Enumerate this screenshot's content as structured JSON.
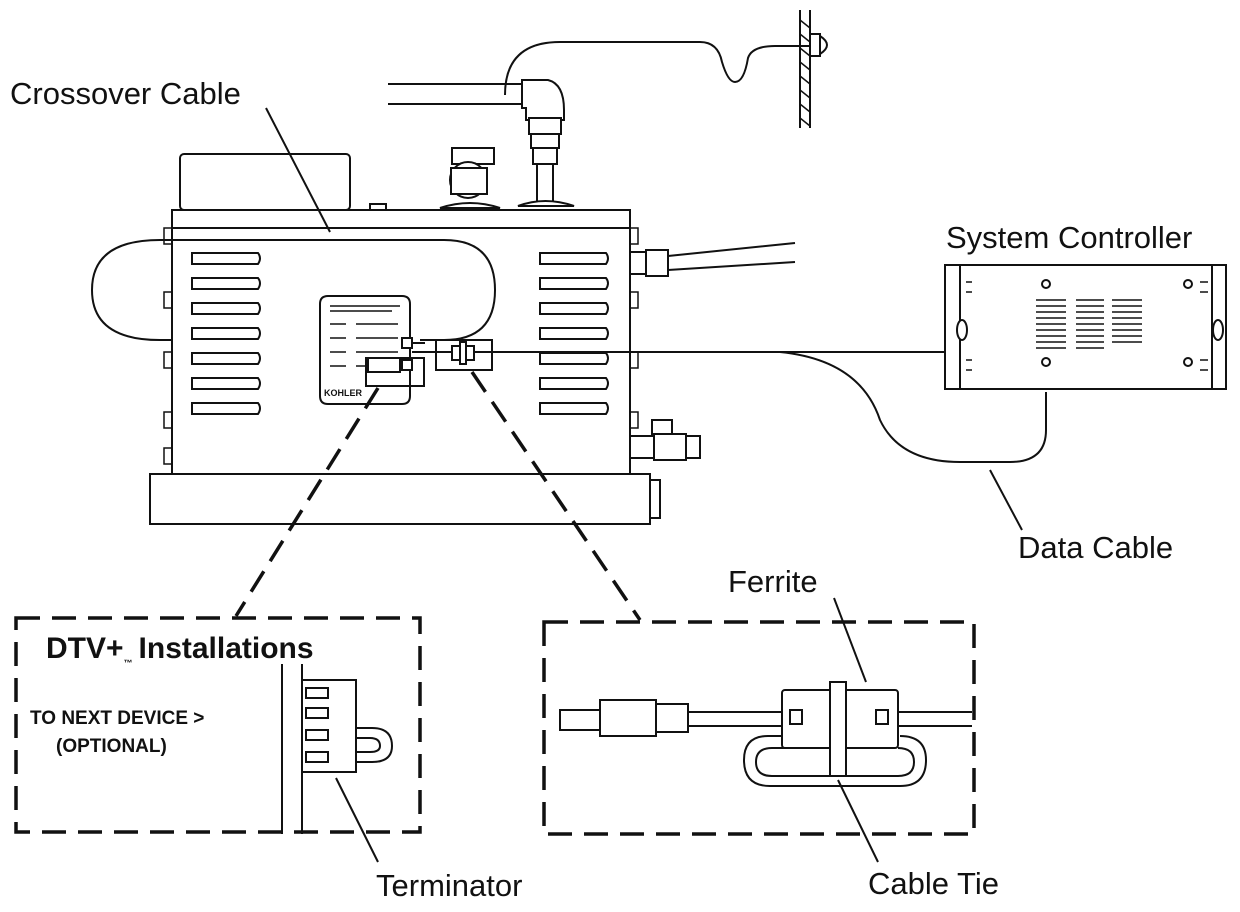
{
  "labels": {
    "crossover_cable": "Crossover Cable",
    "system_controller": "System Controller",
    "data_cable": "Data Cable",
    "ferrite": "Ferrite",
    "cable_tie": "Cable Tie",
    "terminator": "Terminator"
  },
  "dtv_inset": {
    "title_prefix": "DTV+",
    "trademark": "™",
    "title_suffix": "Installations",
    "line1": "TO NEXT DEVICE >",
    "line2": "(OPTIONAL)"
  },
  "panel": {
    "brand": "KOHLER"
  },
  "colors": {
    "line": "#111111",
    "background": "#ffffff"
  }
}
